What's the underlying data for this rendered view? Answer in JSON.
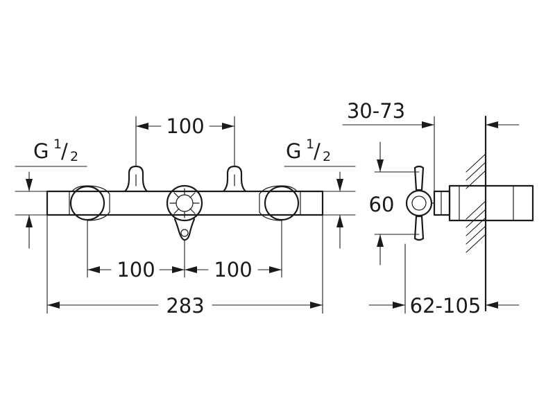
{
  "dimensions": {
    "top_spacing": "100",
    "bottom_spacing_left": "100",
    "bottom_spacing_right": "100",
    "overall_length": "283",
    "thread_left": {
      "main": "G",
      "sup": "1",
      "slash": "/",
      "sub": "2"
    },
    "thread_right": {
      "main": "G",
      "sup": "1",
      "slash": "/",
      "sub": "2"
    },
    "side_depth_top": "30-73",
    "side_height": "60",
    "side_depth_bottom": "62-105"
  }
}
